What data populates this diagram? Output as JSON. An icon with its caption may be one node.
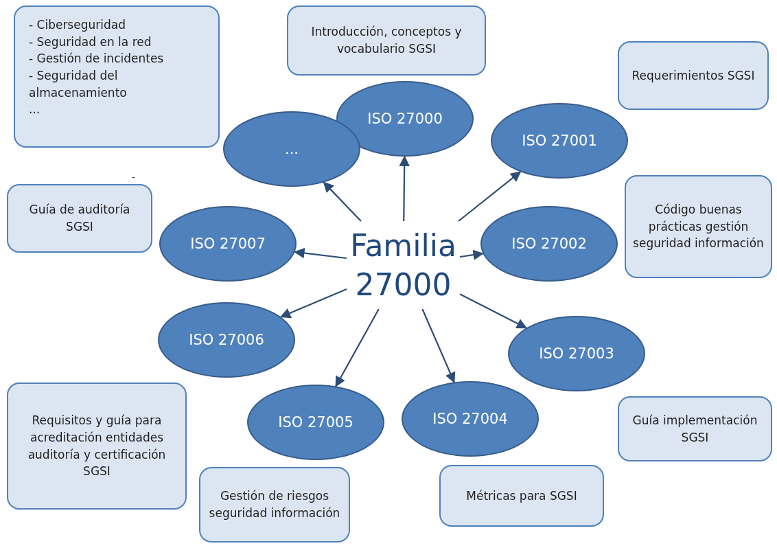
{
  "diagram": {
    "nodes": [
      {
        "text": [
          "Familia 27000"
        ]
      },
      {
        "text": [
          "ISO 27000"
        ]
      },
      {
        "text": [
          "Introducción, conceptos y vocabulario SGSI"
        ]
      },
      {
        "text": [
          "ISO 27001"
        ]
      },
      {
        "text": [
          "Requerimientos SGSI"
        ]
      },
      {
        "text": [
          "ISO 27002"
        ]
      },
      {
        "text": [
          "Código buenas prácticas gestión seguridad información"
        ]
      },
      {
        "text": [
          "ISO 27003"
        ]
      },
      {
        "text": [
          "Guía implementación SGSI"
        ]
      },
      {
        "text": [
          "ISO 27004"
        ]
      },
      {
        "text": [
          "Métricas para SGSI"
        ]
      },
      {
        "text": [
          "ISO 27005"
        ]
      },
      {
        "text": [
          "Gestión de riesgos seguridad información"
        ]
      },
      {
        "text": [
          "ISO 27006"
        ]
      },
      {
        "text": [
          "Requisitos y guía para acreditación entidades auditoría y certificación SGSI"
        ]
      },
      {
        "text": [
          "ISO 27007"
        ]
      },
      {
        "text": [
          "Guía de auditoría SGSI"
        ]
      },
      {
        "text": [
          "..."
        ]
      },
      {
        "text": [
          "- Ciberseguridad",
          "- Seguridad en la red",
          "- Gestión de incidentes",
          "- Seguridad del almacenamiento",
          "..."
        ]
      }
    ],
    "edges": [
      {
        "from": 0,
        "to": 1,
        "arrow": "to"
      },
      {
        "from": 0,
        "to": 3,
        "arrow": "to"
      },
      {
        "from": 0,
        "to": 5,
        "arrow": "to"
      },
      {
        "from": 0,
        "to": 7,
        "arrow": "to"
      },
      {
        "from": 0,
        "to": 9,
        "arrow": "to"
      },
      {
        "from": 0,
        "to": 11,
        "arrow": "to"
      },
      {
        "from": 0,
        "to": 13,
        "arrow": "to"
      },
      {
        "from": 0,
        "to": 15,
        "arrow": "to"
      },
      {
        "from": 0,
        "to": 17,
        "arrow": "to"
      }
    ],
    "labels": [
      "-"
    ]
  }
}
